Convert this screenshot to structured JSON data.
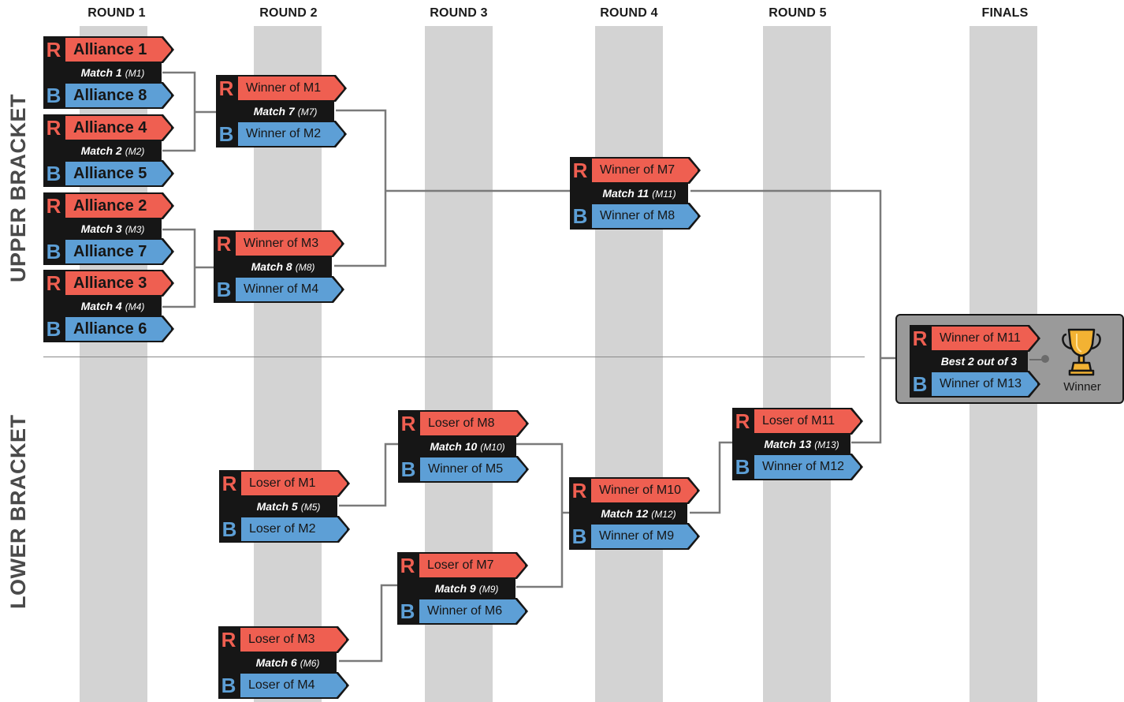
{
  "rounds": [
    "ROUND 1",
    "ROUND 2",
    "ROUND 3",
    "ROUND 4",
    "ROUND 5",
    "FINALS"
  ],
  "brackets": {
    "upper": "UPPER BRACKET",
    "lower": "LOWER BRACKET"
  },
  "slot_letters": {
    "red": "R",
    "blue": "B"
  },
  "colors": {
    "red": "#ef5f51",
    "blue": "#5d9fd6",
    "dark": "#161616",
    "column": "#d3d3d3",
    "trophy": "#f2b233"
  },
  "matches": {
    "m1": {
      "name": "Match 1",
      "code": "(M1)",
      "red": "Alliance 1",
      "blue": "Alliance 8"
    },
    "m2": {
      "name": "Match 2",
      "code": "(M2)",
      "red": "Alliance 4",
      "blue": "Alliance 5"
    },
    "m3": {
      "name": "Match 3",
      "code": "(M3)",
      "red": "Alliance 2",
      "blue": "Alliance 7"
    },
    "m4": {
      "name": "Match 4",
      "code": "(M4)",
      "red": "Alliance 3",
      "blue": "Alliance 6"
    },
    "m7": {
      "name": "Match 7",
      "code": "(M7)",
      "red": "Winner of M1",
      "blue": "Winner of M2"
    },
    "m8": {
      "name": "Match 8",
      "code": "(M8)",
      "red": "Winner of M3",
      "blue": "Winner of M4"
    },
    "m11": {
      "name": "Match 11",
      "code": "(M11)",
      "red": "Winner of M7",
      "blue": "Winner of M8"
    },
    "m5": {
      "name": "Match 5",
      "code": "(M5)",
      "red": "Loser of M1",
      "blue": "Loser of M2"
    },
    "m6": {
      "name": "Match 6",
      "code": "(M6)",
      "red": "Loser of M3",
      "blue": "Loser of M4"
    },
    "m10": {
      "name": "Match 10",
      "code": "(M10)",
      "red": "Loser of M8",
      "blue": "Winner of M5"
    },
    "m9": {
      "name": "Match 9",
      "code": "(M9)",
      "red": "Loser of M7",
      "blue": "Winner of M6"
    },
    "m12": {
      "name": "Match 12",
      "code": "(M12)",
      "red": "Winner of M10",
      "blue": "Winner of M9"
    },
    "m13": {
      "name": "Match 13",
      "code": "(M13)",
      "red": "Loser of M11",
      "blue": "Winner of M12"
    }
  },
  "finals": {
    "name": "Best 2 out of 3",
    "red": "Winner of M11",
    "blue": "Winner of M13",
    "winner_label": "Winner",
    "icon": "trophy-icon"
  }
}
